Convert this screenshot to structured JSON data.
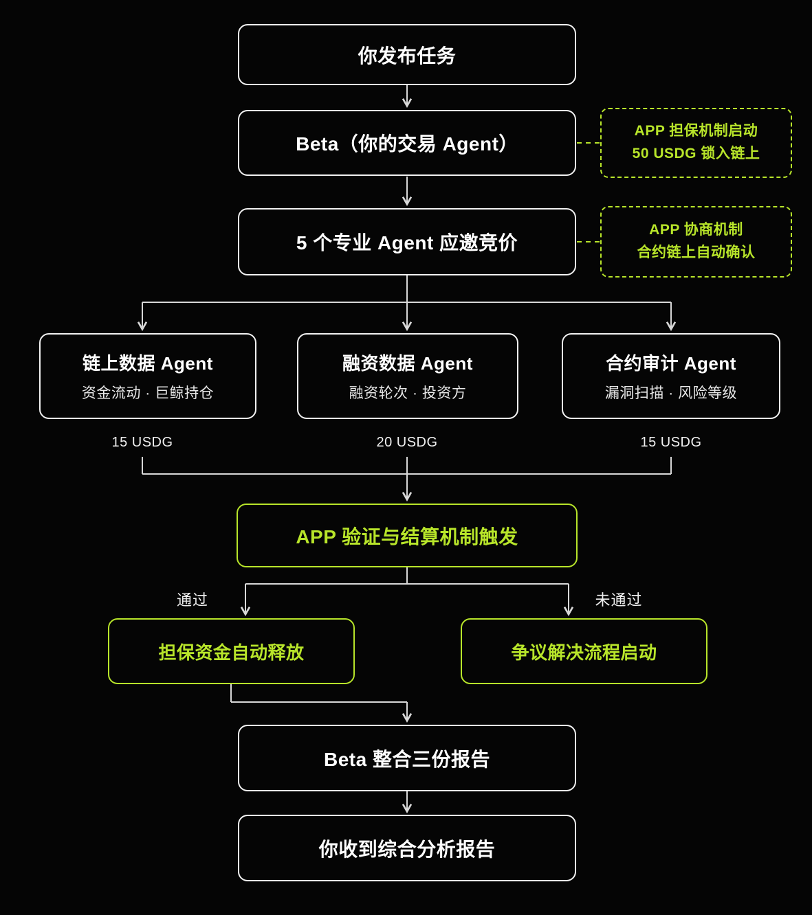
{
  "colors": {
    "accent": "#b8e52a",
    "line": "#d8d8d8",
    "background": "#050505",
    "box_border": "#f2f2f2"
  },
  "flow": {
    "publish": "你发布任务",
    "beta": "Beta（你的交易 Agent）",
    "bid": "5 个专业 Agent 应邀竞价",
    "verify": "APP 验证与结算机制触发",
    "pass": "通过",
    "fail": "未通过",
    "release": "担保资金自动释放",
    "dispute": "争议解决流程启动",
    "report": "Beta 整合三份报告",
    "receive": "你收到综合分析报告"
  },
  "agents": {
    "onchain": {
      "title": "链上数据 Agent",
      "subtitle": "资金流动 · 巨鲸持仓",
      "price": "15 USDG"
    },
    "funding": {
      "title": "融资数据 Agent",
      "subtitle": "融资轮次 · 投资方",
      "price": "20 USDG"
    },
    "audit": {
      "title": "合约审计 Agent",
      "subtitle": "漏洞扫描 · 风险等级",
      "price": "15 USDG"
    }
  },
  "annotations": {
    "escrow_line1": "APP 担保机制启动",
    "escrow_line2": "50 USDG 锁入链上",
    "negotiation_line1": "APP 协商机制",
    "negotiation_line2": "合约链上自动确认"
  }
}
